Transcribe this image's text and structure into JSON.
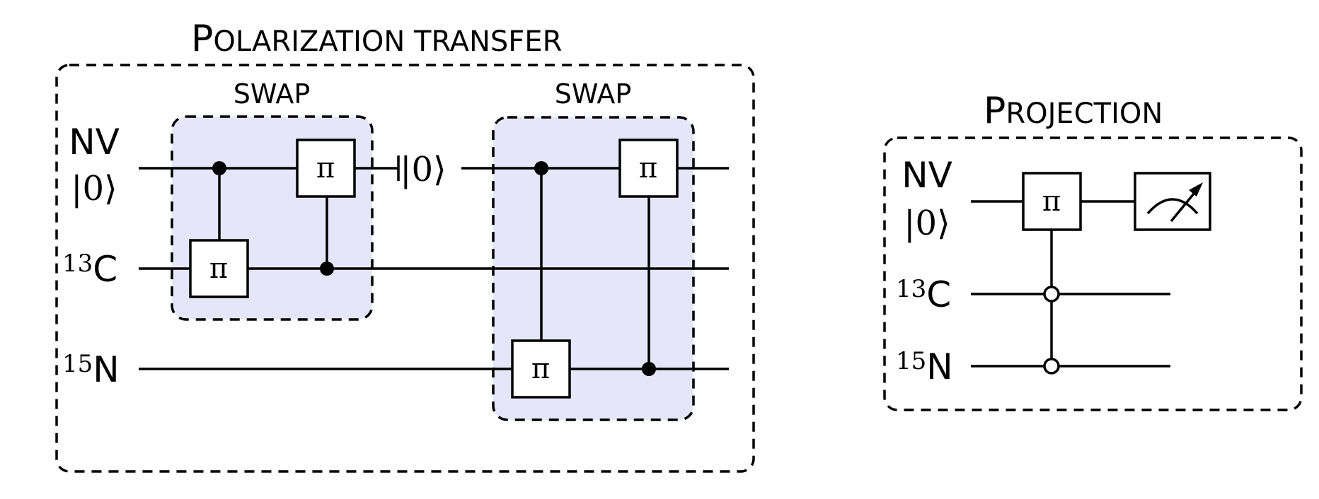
{
  "polarization": {
    "title_first": "P",
    "title_rest": "OLARIZATION TRANSFER",
    "swap1_label": "SWAP",
    "swap2_label": "SWAP",
    "reset_ket": "|0⟩"
  },
  "projection": {
    "title_first": "P",
    "title_rest": "ROJECTION"
  },
  "qubits": {
    "nv_label": "NV",
    "nv_init": "|0⟩",
    "c_mass": "13",
    "c_symbol": "C",
    "n_mass": "15",
    "n_symbol": "N"
  },
  "gates": {
    "pi": "π"
  },
  "icons": {
    "measurement": "measurement-meter-icon",
    "control_filled": "filled-dot",
    "control_open": "open-circle"
  }
}
